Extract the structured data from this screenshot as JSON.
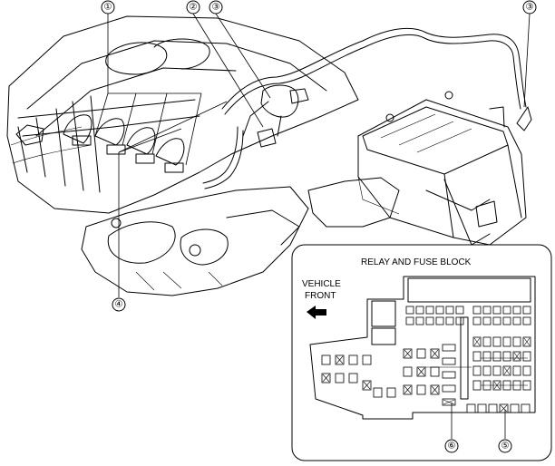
{
  "callouts": [
    {
      "id": "c1",
      "label": "①"
    },
    {
      "id": "c2",
      "label": "②"
    },
    {
      "id": "c3a",
      "label": "③"
    },
    {
      "id": "c3b",
      "label": "③"
    },
    {
      "id": "c4",
      "label": "④"
    },
    {
      "id": "c5",
      "label": "⑤"
    },
    {
      "id": "c6",
      "label": "⑥"
    }
  ],
  "inset": {
    "title": "RELAY AND FUSE BLOCK",
    "direction_line1": "VEHICLE",
    "direction_line2": "FRONT",
    "direction_arrow_icon": "arrow-left-icon"
  }
}
